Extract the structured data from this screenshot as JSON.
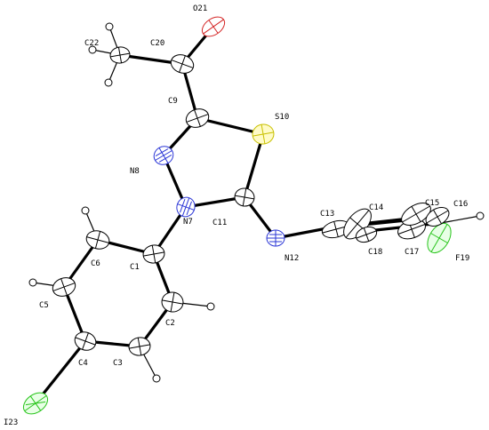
{
  "atom_labels": {
    "O21": "O21",
    "C22": "C22",
    "C20": "C20",
    "C9": "C9",
    "S10": "S10",
    "N8": "N8",
    "N7": "N7",
    "C11": "C11",
    "C13": "C13",
    "C14": "C14",
    "C15": "C15",
    "C16": "C16",
    "N12": "N12",
    "C18": "C18",
    "C17": "C17",
    "F19": "F19",
    "C6": "C6",
    "C1": "C1",
    "C5": "C5",
    "C2": "C2",
    "C4": "C4",
    "C3": "C3",
    "I23": "I23"
  },
  "element_colors": {
    "C": "#ffffff",
    "N": "#2a35d6",
    "O": "#d42525",
    "S": "#e8e000",
    "F": "#27c41a",
    "I": "#27c41a",
    "H": "#ffffff"
  }
}
